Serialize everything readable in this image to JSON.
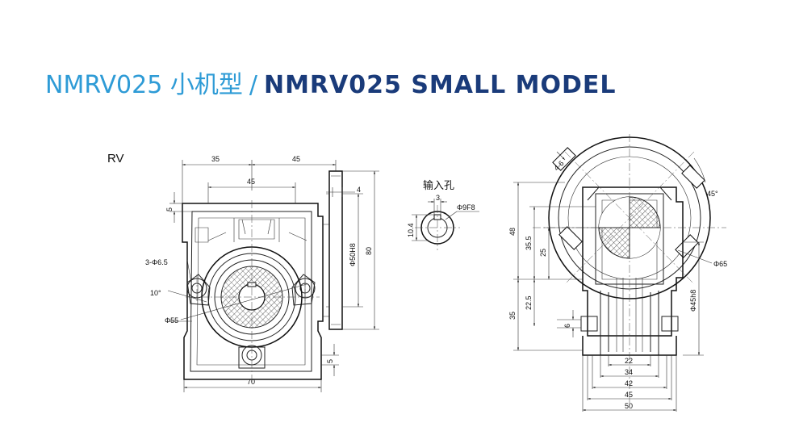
{
  "title": {
    "cn": "NMRV025 小机型",
    "separator": "/",
    "en": "NMRV025 SMALL MODEL"
  },
  "front_view": {
    "label": "RV",
    "dims": {
      "top_left": "35",
      "top_right": "45",
      "inner_width": "45",
      "flange_thickness": "4",
      "flange_pilot": "Φ50H8",
      "height": "80",
      "top_offset": "5",
      "holes": "3-Φ6.5",
      "angle": "10°",
      "pcd": "Φ55",
      "bottom_offset": "5",
      "base_width": "70"
    }
  },
  "input_hole": {
    "label": "输入孔",
    "keyway_width": "3",
    "bore": "Φ9F8",
    "key_height": "10.4"
  },
  "side_view": {
    "dims": {
      "keyway": "4-6",
      "angle": "45°",
      "flange_od": "Φ65",
      "total_height": "48",
      "center_height": "35.5",
      "upper_height": "25",
      "shaft_pilot": "Φ45h8",
      "lower_height": "22.5",
      "base_height": "35",
      "foot_thickness": "6",
      "widths": [
        "22",
        "34",
        "42",
        "45",
        "50"
      ]
    }
  },
  "colors": {
    "title_cn": "#2e9bd6",
    "title_en": "#1a3b7a",
    "line": "#222222"
  }
}
